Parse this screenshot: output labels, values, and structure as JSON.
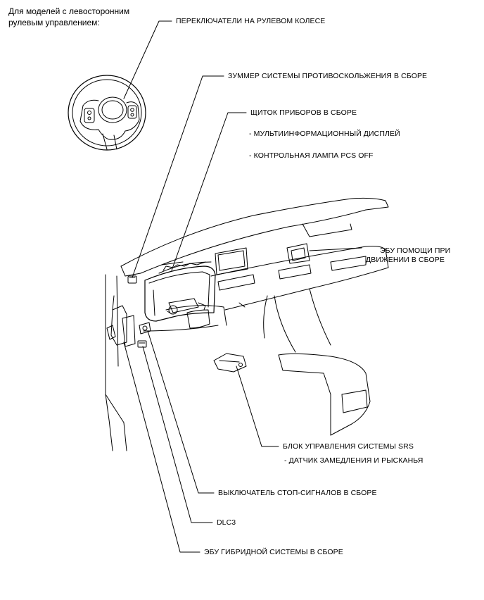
{
  "header": {
    "line1": "Для моделей с левосторонним",
    "line2": "рулевым управлением:"
  },
  "labels": {
    "steering_switches": "ПЕРЕКЛЮЧАТЕЛИ НА РУЛЕВОМ КОЛЕСЕ",
    "buzzer": "ЗУММЕР СИСТЕМЫ ПРОТИВОСКОЛЬЖЕНИЯ В СБОРЕ",
    "combination_meter": "ЩИТОК ПРИБОРОВ В СБОРЕ",
    "multi_display": "- МУЛЬТИИНФОРМАЦИОННЫЙ ДИСПЛЕЙ",
    "pcs_off_lamp": "- КОНТРОЛЬНАЯ ЛАМПА PCS OFF",
    "driving_support_ecu_line1": "ЭБУ ПОМОЩИ ПРИ",
    "driving_support_ecu_line2": "ДВИЖЕНИИ В СБОРЕ",
    "srs_unit": "БЛОК УПРАВЛЕНИЯ СИСТЕМЫ SRS",
    "yaw_sensor": "- ДАТЧИК ЗАМЕДЛЕНИЯ И РЫСКАНЬЯ",
    "stop_light_switch": "ВЫКЛЮЧАТЕЛЬ СТОП-СИГНАЛОВ В СБОРЕ",
    "dlc3": "DLC3",
    "hybrid_ecu": "ЭБУ ГИБРИДНОЙ СИСТЕМЫ В СБОРЕ"
  }
}
